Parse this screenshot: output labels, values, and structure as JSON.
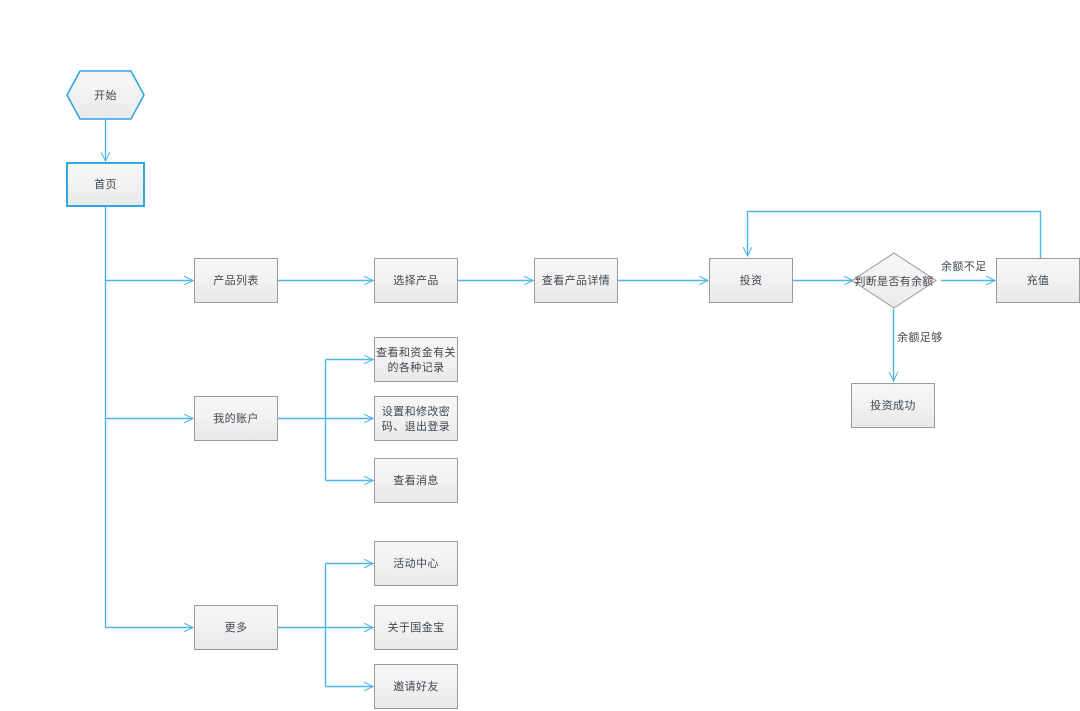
{
  "diagram": {
    "title": "",
    "type": "flowchart",
    "background": "#ffffff",
    "colors": {
      "connector": "#4db8e8",
      "node_border": "#9b9b9b",
      "node_border_selected": "#2fa8e1",
      "node_fill_top": "#f7f7f7",
      "node_fill_bottom": "#e9e9e9",
      "text": "#3f474e"
    }
  },
  "nodes": {
    "start": {
      "label": "开始",
      "shape": "hexagon"
    },
    "home": {
      "label": "首页",
      "shape": "rectangle"
    },
    "product_list": {
      "label": "产品列表",
      "shape": "rectangle"
    },
    "select_product": {
      "label": "选择产品",
      "shape": "rectangle"
    },
    "product_detail": {
      "label": "查看产品详情",
      "shape": "rectangle"
    },
    "invest": {
      "label": "投资",
      "shape": "rectangle"
    },
    "check_balance": {
      "label": "判断是否有余额",
      "shape": "diamond"
    },
    "recharge": {
      "label": "充值",
      "shape": "rectangle"
    },
    "invest_success": {
      "label": "投资成功",
      "shape": "rectangle"
    },
    "my_account": {
      "label": "我的账户",
      "shape": "rectangle"
    },
    "fund_records": {
      "label": "查看和资金有关\n的各种记录",
      "shape": "rectangle"
    },
    "password_logout": {
      "label": "设置和修改密\n码、退出登录",
      "shape": "rectangle"
    },
    "view_messages": {
      "label": "查看消息",
      "shape": "rectangle"
    },
    "more": {
      "label": "更多",
      "shape": "rectangle"
    },
    "activity_center": {
      "label": "活动中心",
      "shape": "rectangle"
    },
    "about_guojinbao": {
      "label": "关于国金宝",
      "shape": "rectangle"
    },
    "invite_friends": {
      "label": "邀请好友",
      "shape": "rectangle"
    }
  },
  "edge_labels": {
    "insufficient_balance": "余额不足",
    "sufficient_balance": "余额足够"
  }
}
